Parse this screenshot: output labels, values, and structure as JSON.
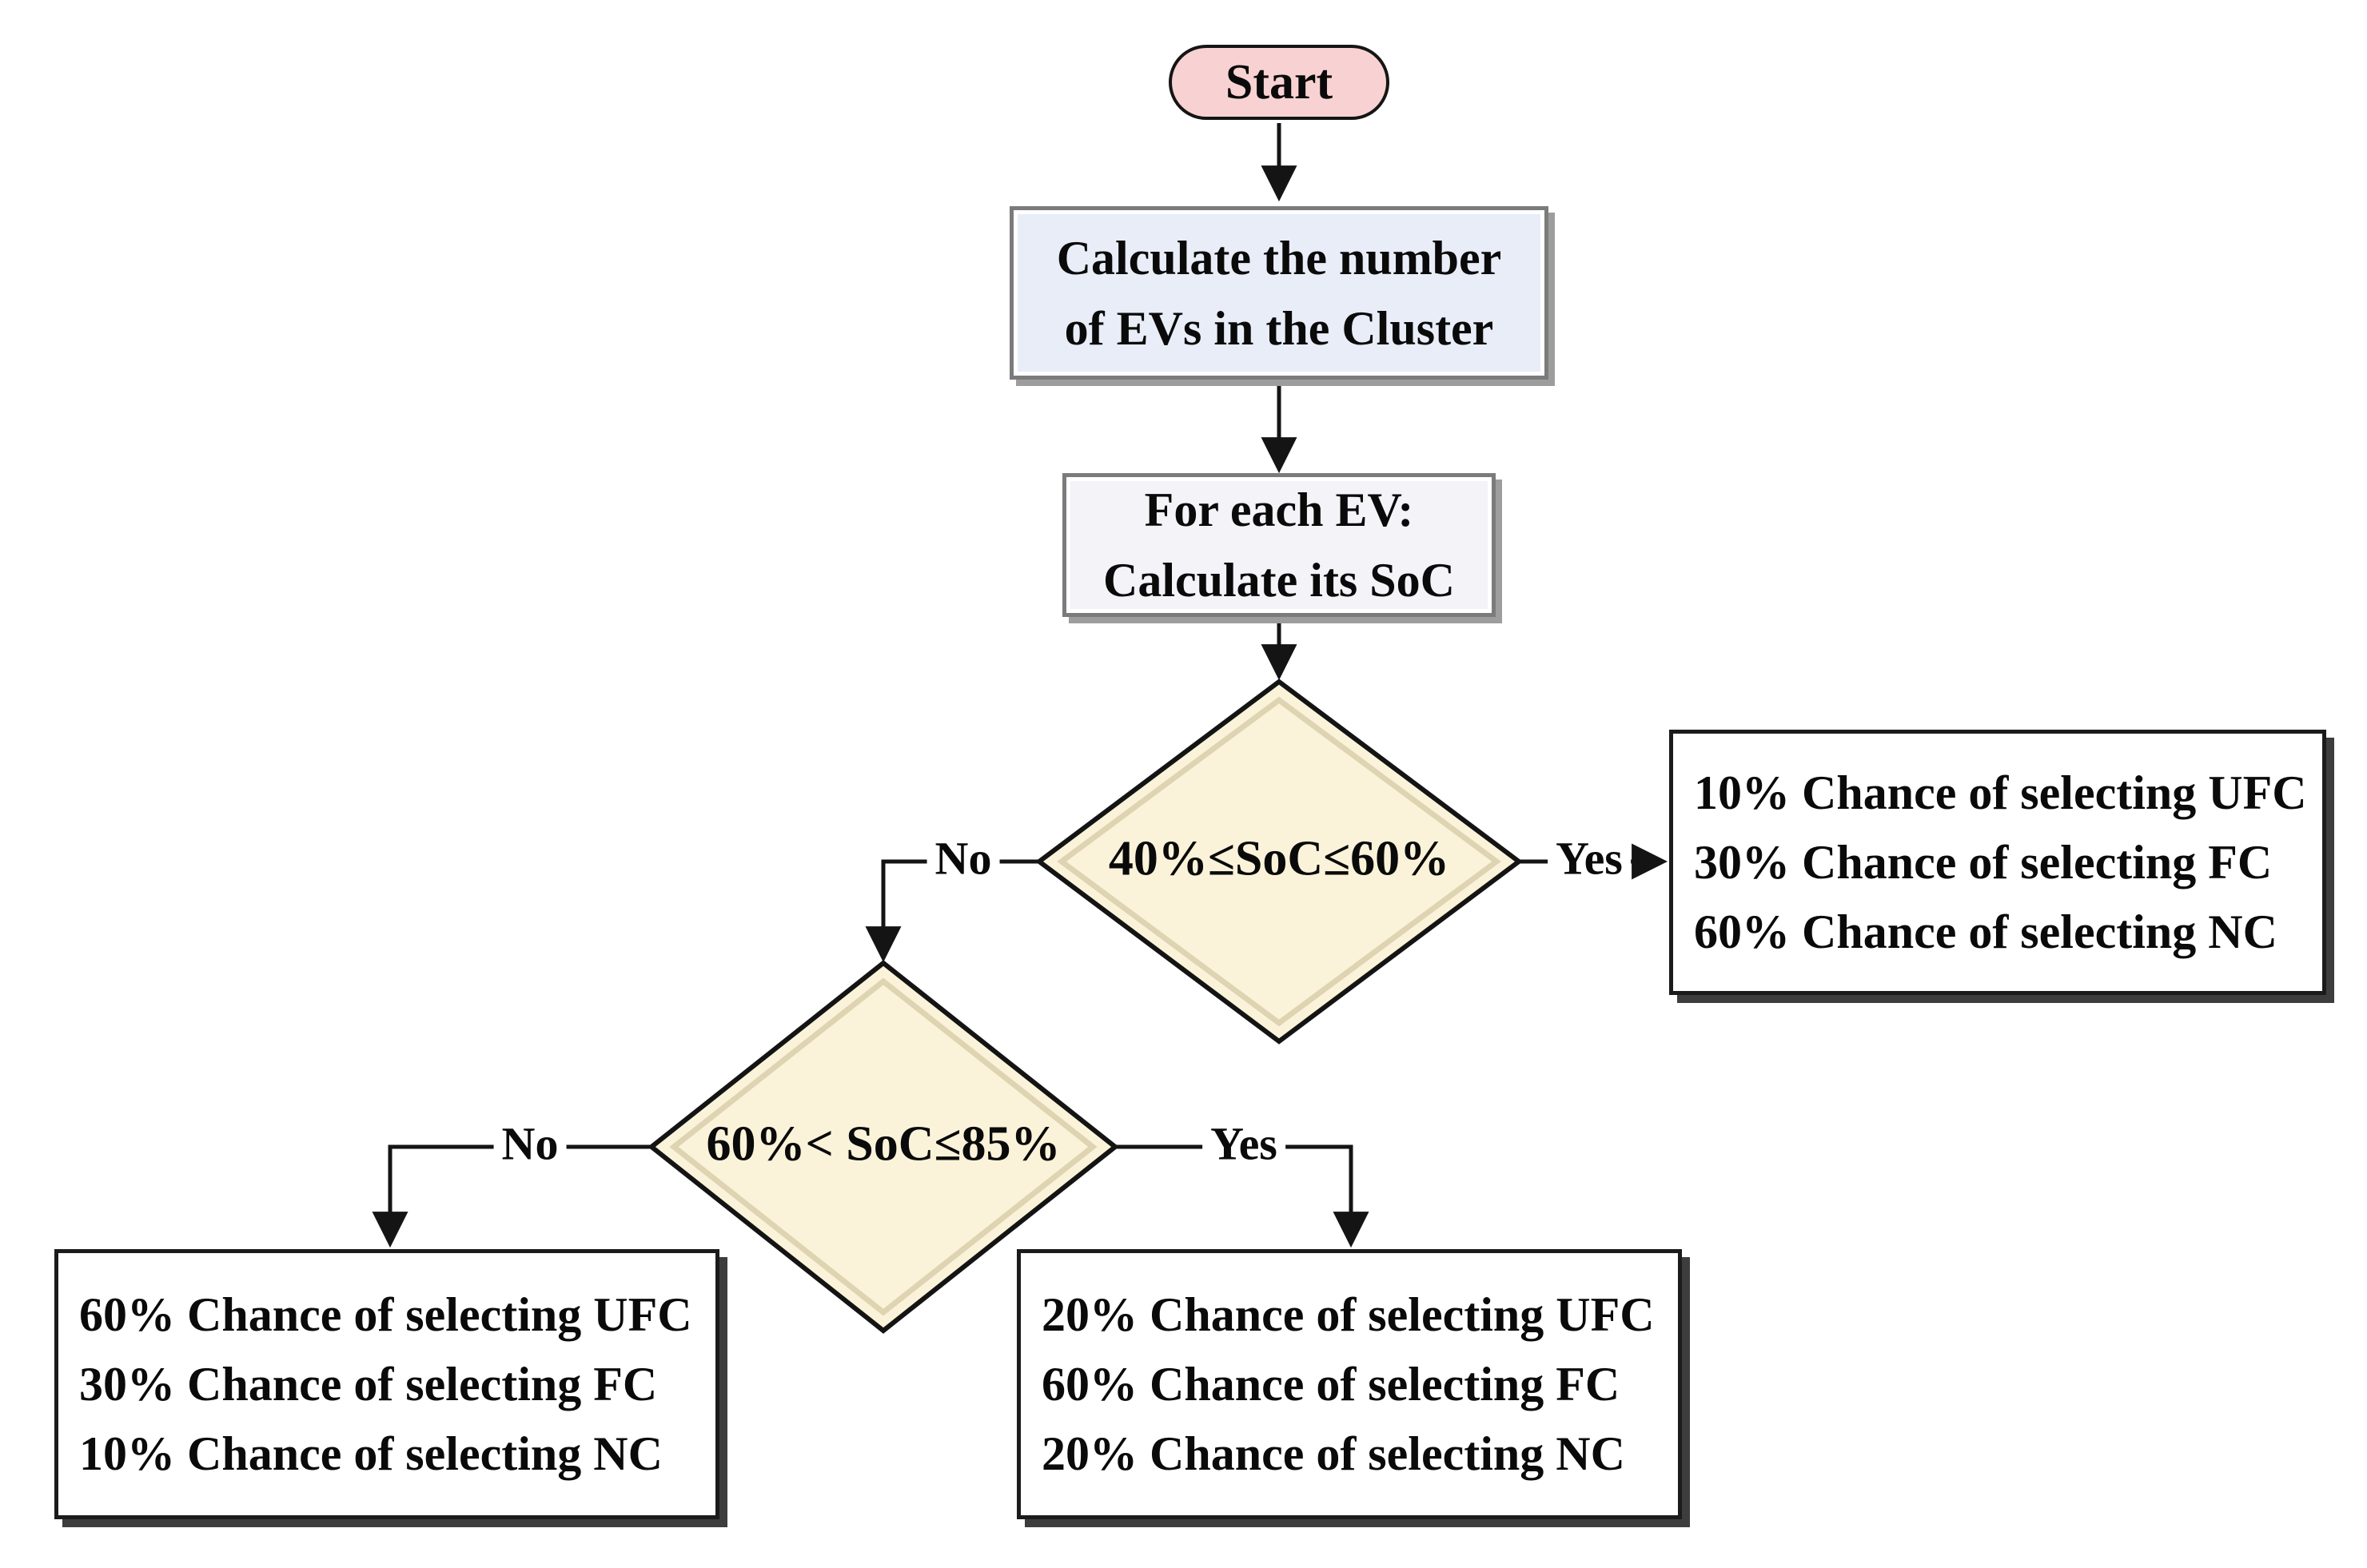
{
  "flowchart": {
    "start": {
      "label": "Start"
    },
    "process_count_evs": {
      "lines": [
        "Calculate the number",
        "of EVs in the Cluster"
      ]
    },
    "process_calc_soc": {
      "lines": [
        "For each EV:",
        "Calculate its SoC"
      ]
    },
    "decision_soc_40_60": {
      "label": "40%≤SoC≤60%",
      "yes_label": "Yes",
      "no_label": "No"
    },
    "decision_soc_60_85": {
      "label": "60%< SoC≤85%",
      "yes_label": "Yes",
      "no_label": "No"
    },
    "outcome_soc_40_60": {
      "lines": [
        "10% Chance of selecting UFC",
        "30% Chance of selecting FC",
        "60% Chance of selecting NC"
      ]
    },
    "outcome_soc_60_85": {
      "lines": [
        "20% Chance of selecting UFC",
        "60% Chance of selecting FC",
        "20% Chance of selecting NC"
      ]
    },
    "outcome_soc_other": {
      "lines": [
        "60% Chance of selecting UFC",
        "30% Chance of selecting FC",
        "10% Chance of selecting NC"
      ]
    }
  },
  "colors": {
    "start_fill": "#f8d2d3",
    "process_count_fill": "#e8edf7",
    "process_soc_fill": "#f3f3f8",
    "decision_fill": "#faf3d9",
    "decision_inner_edge": "#ded4b2",
    "outcome_fill": "#ffffff",
    "process_border": "#7b7b7b",
    "process_shadow": "#9d9d9d",
    "outcome_shadow": "#3d3d3d",
    "line": "#141414"
  }
}
